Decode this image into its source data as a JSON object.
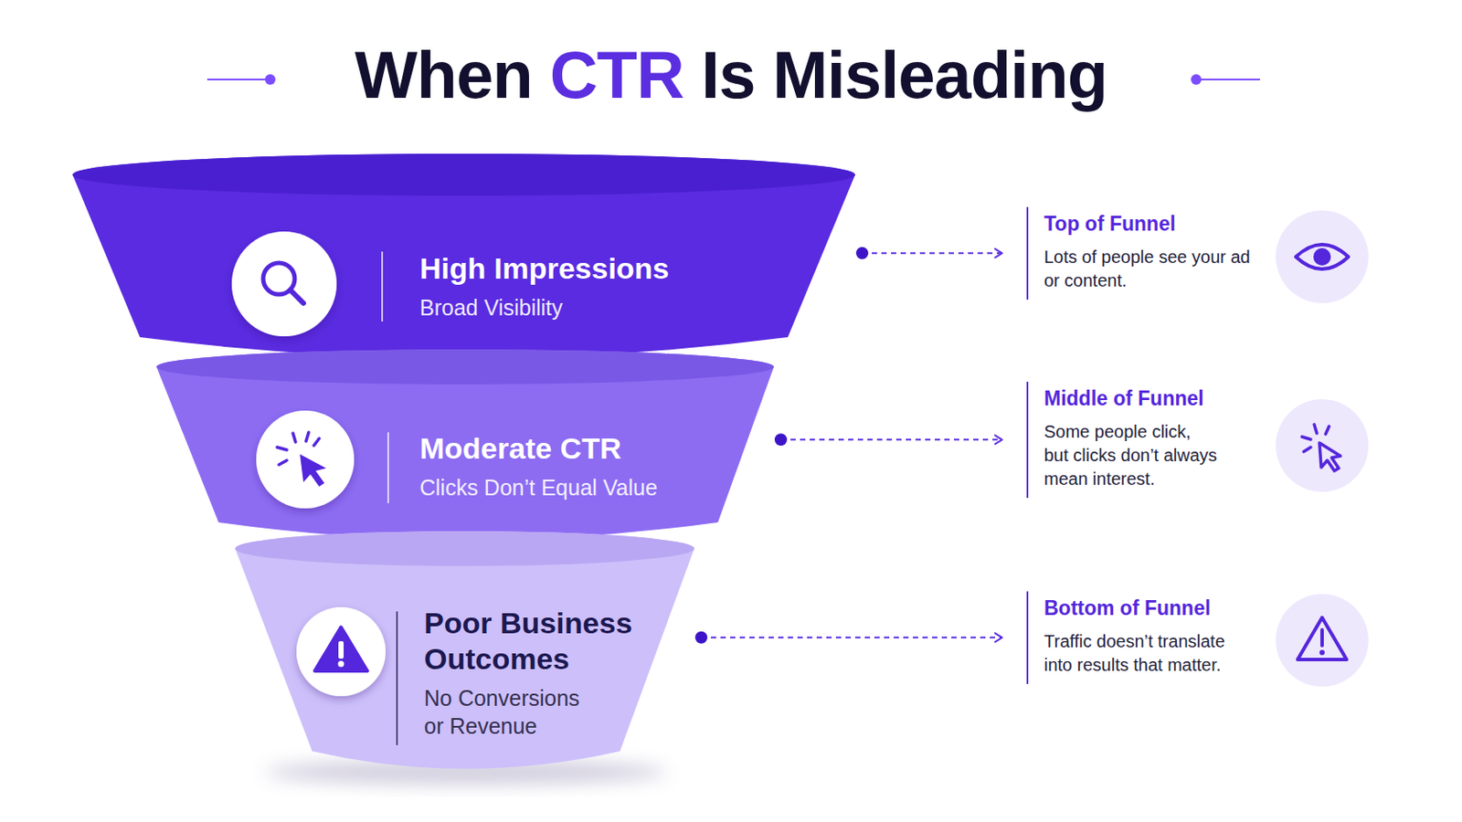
{
  "diagram": {
    "title": "When CTR Is Misleading",
    "nodes": [
      {
        "text": [
          "High Impressions",
          "Broad Visibility"
        ]
      },
      {
        "text": [
          "Moderate CTR",
          "Clicks Don’t Equal Value"
        ]
      },
      {
        "text": [
          "Poor Business Outcomes",
          "No Conversions or Revenue"
        ]
      },
      {
        "text": [
          "Top of Funnel",
          "Lots of people see your ad or content."
        ]
      },
      {
        "text": [
          "Middle of Funnel",
          "Some people click, but clicks don’t always mean interest."
        ]
      },
      {
        "text": [
          "Bottom of Funnel",
          "Traffic doesn’t translate into results that matter."
        ]
      }
    ],
    "edges": [
      {
        "from": 0,
        "to": 3,
        "arrow": "to"
      },
      {
        "from": 1,
        "to": 4,
        "arrow": "to"
      },
      {
        "from": 2,
        "to": 5,
        "arrow": "to"
      }
    ]
  }
}
